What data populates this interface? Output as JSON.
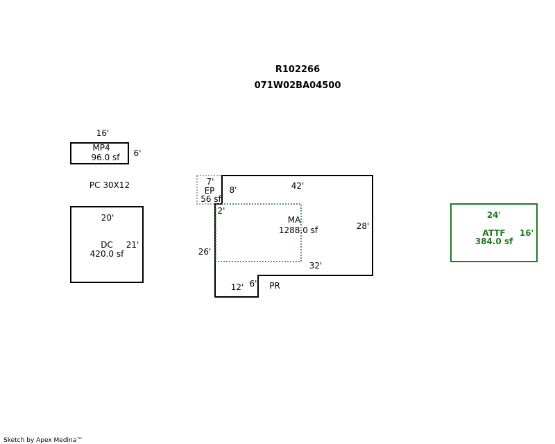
{
  "header": {
    "account": "R102266",
    "map_tax_lot": "071W02BA04500"
  },
  "colors": {
    "outline": "#000000",
    "dotted_existing": "#888888",
    "dotted_ma_area": "#1f7a1f",
    "attf": "#1f7a1f"
  },
  "areas": {
    "mp4": {
      "code": "MP4",
      "area": "96.0 sf",
      "dim_top": "16'",
      "dim_right": "6'"
    },
    "pc": {
      "label": "PC 30X12"
    },
    "dc": {
      "code": "DC",
      "area": "420.0 sf",
      "dim_top": "20'",
      "dim_right": "21'"
    },
    "ep": {
      "code": "EP",
      "area": "56 sf",
      "dim_top": "7'",
      "dim_right": "8'"
    },
    "ma": {
      "code": "MA",
      "area": "1288.0 sf",
      "dim_top": "42'",
      "dim_right": "28'",
      "dim_bottom": "32'",
      "dim_left": "26'",
      "dim_step_small": "2'",
      "dim_notch_width": "12'",
      "dim_notch_height": "6'"
    },
    "pr": {
      "label": "PR"
    },
    "attf": {
      "code": "ATTF",
      "area": "384.0 sf",
      "dim_top": "24'",
      "dim_right": "16'"
    }
  },
  "footer": {
    "credit": "Sketch by Apex Medina™"
  }
}
